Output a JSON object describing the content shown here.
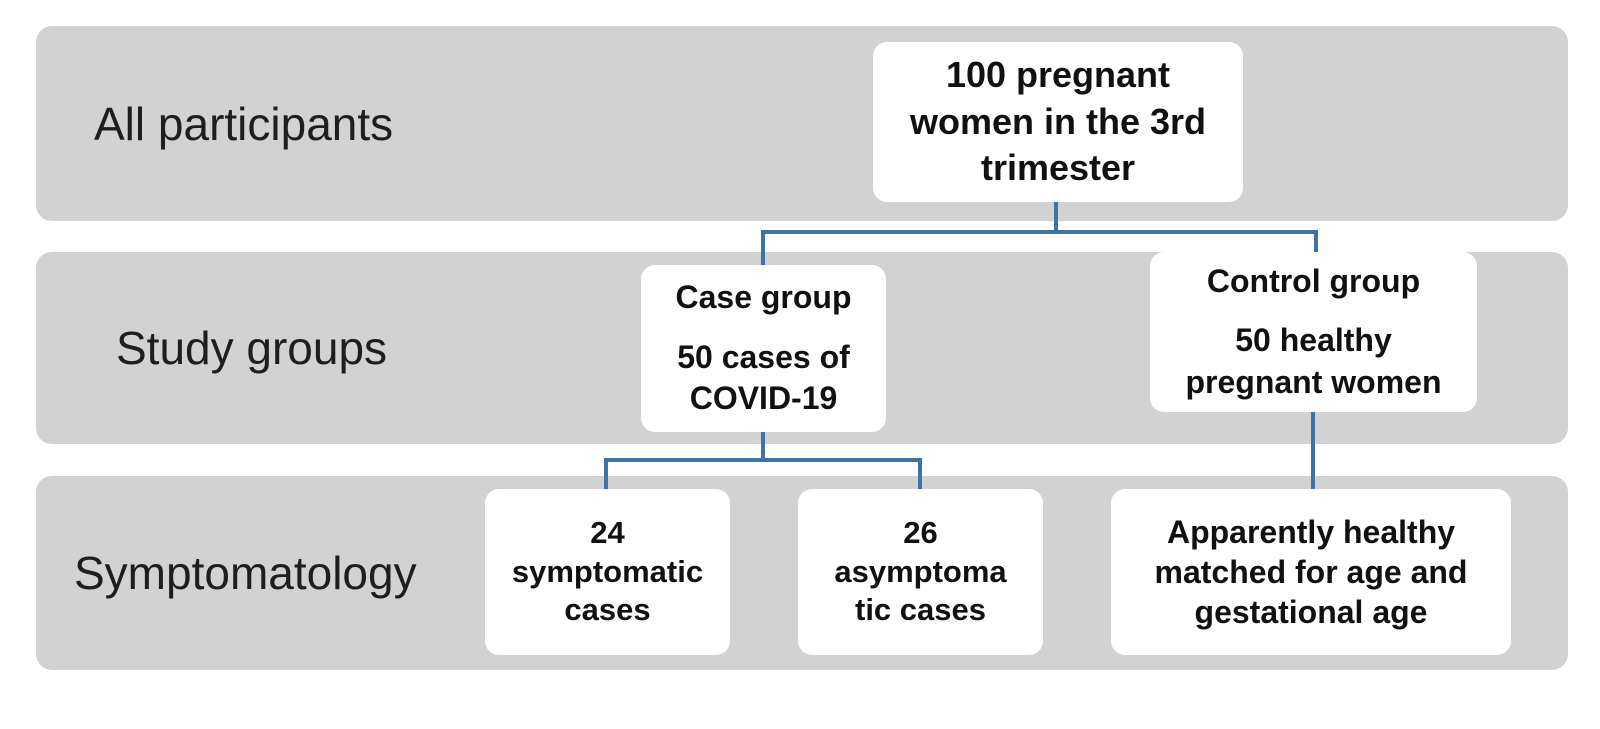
{
  "rows": [
    {
      "label": "All participants"
    },
    {
      "label": "Study groups"
    },
    {
      "label": "Symptomatology"
    }
  ],
  "boxes": {
    "all": {
      "lines": [
        "100 pregnant",
        "women in the 3rd",
        "trimester"
      ]
    },
    "case": {
      "title": "Case group",
      "lines": [
        "50 cases of",
        "COVID-19"
      ]
    },
    "control": {
      "title": "Control group",
      "lines": [
        "50 healthy",
        "pregnant women"
      ]
    },
    "symptomatic": {
      "lines": [
        "24",
        "symptomatic",
        "cases"
      ]
    },
    "asymptomatic": {
      "lines": [
        "26",
        "asymptoma",
        "tic cases"
      ]
    },
    "healthy": {
      "lines": [
        "Apparently healthy",
        "matched for age and",
        "gestational age"
      ]
    }
  },
  "colors": {
    "band": "#d2d2d2",
    "box": "#ffffff",
    "connector": "#3f72a6"
  }
}
